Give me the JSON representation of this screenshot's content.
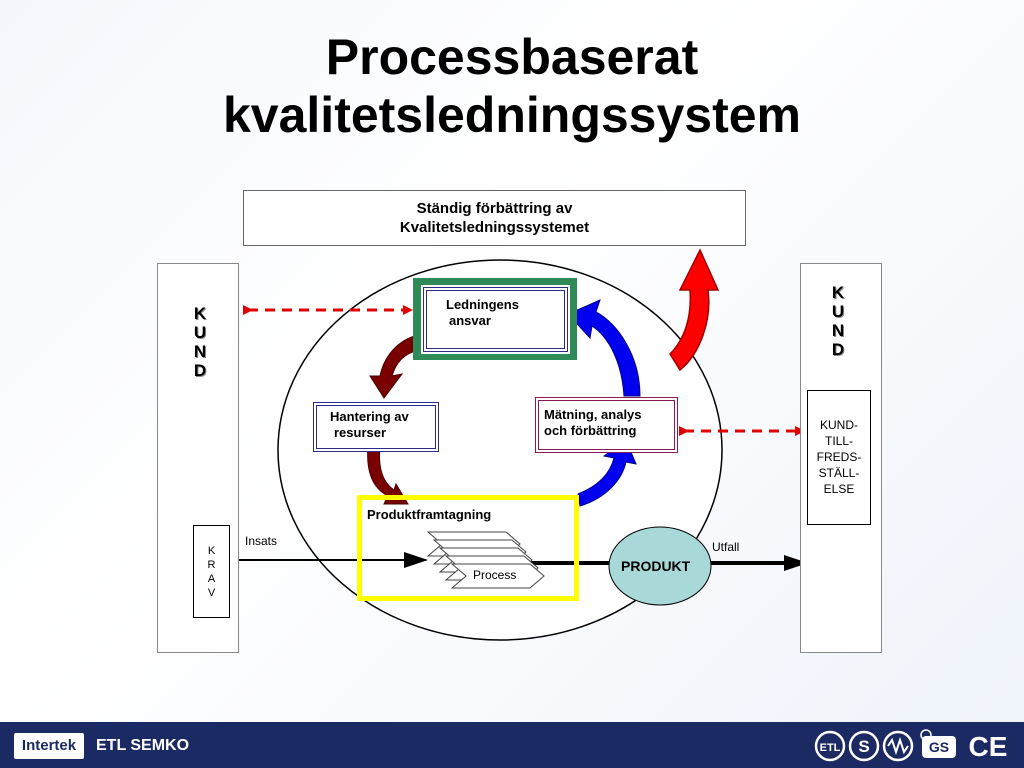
{
  "title_line1": "Processbaserat",
  "title_line2": "kvalitetsledningssystem",
  "top_box_line1": "Ständig förbättring av",
  "top_box_line2": "Kvalitetsledningssystemet",
  "kund_letters": [
    "K",
    "U",
    "N",
    "D"
  ],
  "krav_letters": [
    "K",
    "R",
    "A",
    "V"
  ],
  "satisfaction_lines": [
    "KUND-",
    "TILL-",
    "FREDS-",
    "STÄLL-",
    "ELSE"
  ],
  "ledningens_line1": "Ledningens",
  "ledningens_line2": "ansvar",
  "hantering_line1": "Hantering av",
  "hantering_line2": "resurser",
  "matning_line1": "Mätning, analys",
  "matning_line2": "och förbättring",
  "produktframtagning": "Produktframtagning",
  "process": "Process",
  "produkt": "PRODUKT",
  "insats": "Insats",
  "utfall": "Utfall",
  "footer_logo": "Intertek",
  "footer_brand": "ETL SEMKO",
  "colors": {
    "footer": "#1c2a63",
    "green_frame": "#2e8b57",
    "yellow_frame": "#ffff00",
    "blue_arrow": "#0000ee",
    "dark_red_arrow": "#7a0000",
    "red_arrow": "#ff0000",
    "produkt_fill": "#a8d8d8"
  },
  "footer_icons": [
    "etl-mark-icon",
    "s-mark-icon",
    "semko-mark-icon",
    "gs-mark-icon",
    "ce-mark-icon"
  ]
}
